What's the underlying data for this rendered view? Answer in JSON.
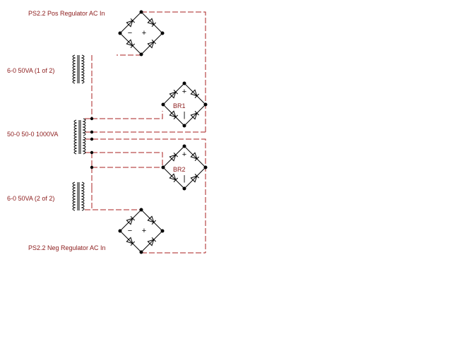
{
  "colors": {
    "wire": "#aa2222",
    "label": "#8b1a1a",
    "ink": "#000000"
  },
  "labels": {
    "pos_regulator": "PS2.2 Pos Regulator AC In",
    "neg_regulator": "PS2.2 Neg Regulator AC In",
    "transformer_top": "6-0 50VA (1 of 2)",
    "transformer_main": "50-0 50-0 1000VA",
    "transformer_bottom": "6-0 50VA (2 of 2)",
    "br1": "BR1",
    "br2": "BR2"
  },
  "signs": {
    "minus": "−",
    "plus": "+",
    "vertical": "|"
  }
}
